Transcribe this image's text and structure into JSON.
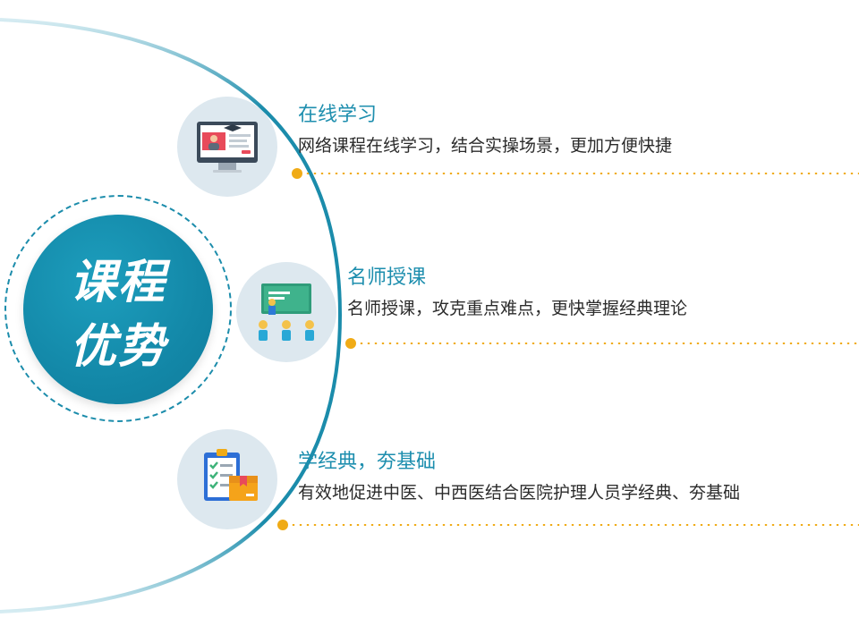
{
  "core": {
    "line1": "课程",
    "line2": "优势"
  },
  "colors": {
    "accent": "#1d8eae",
    "dot": "#f0ab16",
    "badge_bg": "#dde8ef",
    "text": "#2b2b2b"
  },
  "items": [
    {
      "title": "在线学习",
      "desc": "网络课程在线学习，结合实操场景，更加方便快捷",
      "icon": "monitor-video-icon"
    },
    {
      "title": "名师授课",
      "desc": "名师授课，攻克重点难点，更快掌握经典理论",
      "icon": "teacher-class-icon"
    },
    {
      "title": "学经典，夯基础",
      "desc": "有效地促进中医、中西医结合医院护理人员学经典、夯基础",
      "icon": "clipboard-box-icon"
    }
  ]
}
